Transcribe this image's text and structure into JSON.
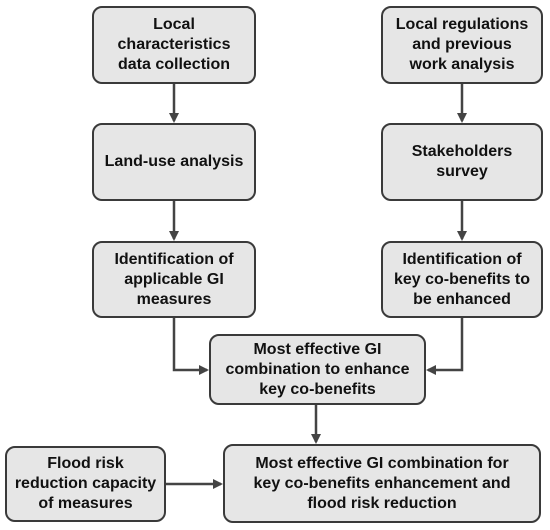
{
  "colors": {
    "box_fill": "#e6e6e6",
    "box_border": "#3a3a3a",
    "arrow": "#444444",
    "text": "#111111"
  },
  "nodes": {
    "local_characteristics": "Local\ncharacteristics\ndata collection",
    "land_use": "Land-use analysis",
    "identification_gi": "Identification of\napplicable GI\nmeasures",
    "local_regulations": "Local regulations\nand previous\nwork analysis",
    "stakeholders": "Stakeholders\nsurvey",
    "identification_cobenefits": "Identification of\nkey co-benefits to\nbe enhanced",
    "most_effective_cobenefits": "Most effective GI\ncombination to enhance\nkey co-benefits",
    "flood_risk_capacity": "Flood risk\nreduction capacity\nof measures",
    "most_effective_flood": "Most effective GI combination for\nkey co-benefits enhancement and\nflood risk reduction"
  }
}
